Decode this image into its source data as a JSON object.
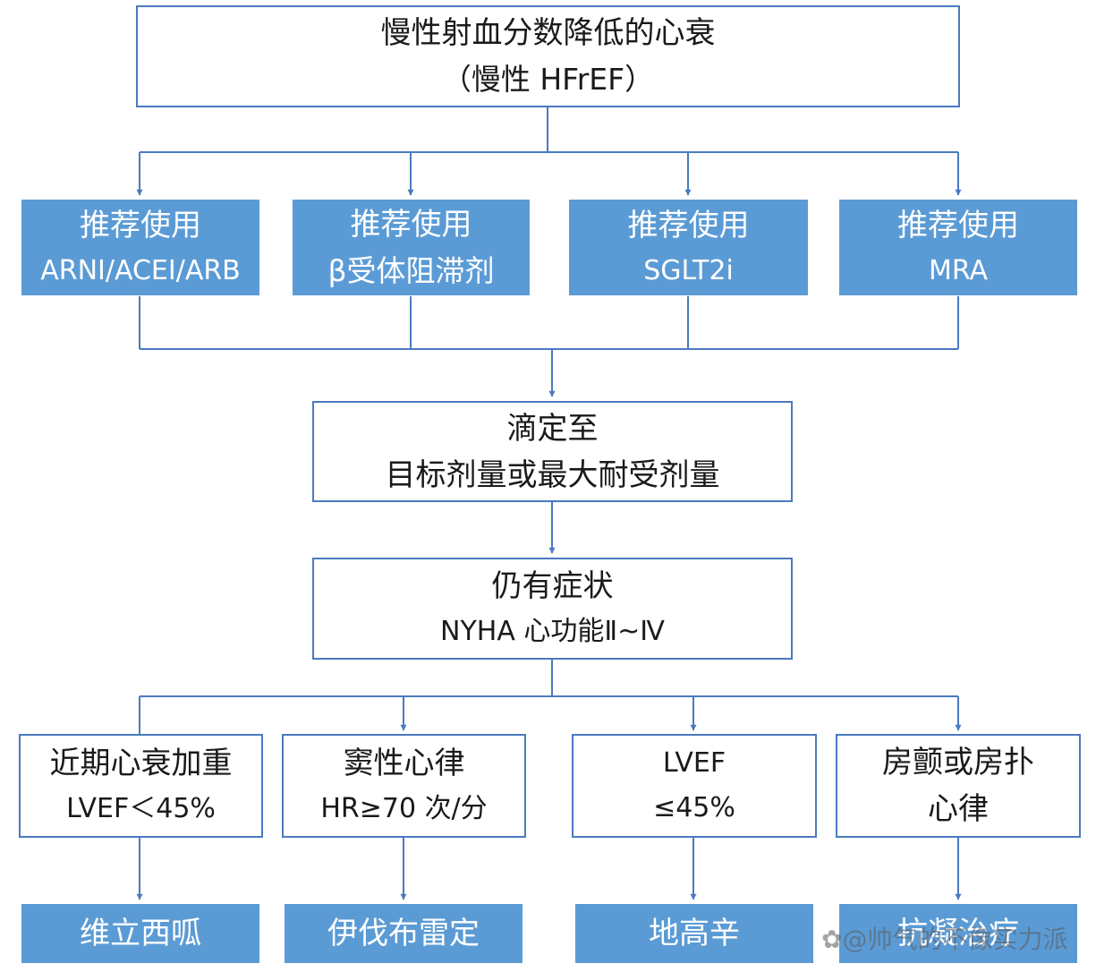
{
  "top": {
    "title": "慢性射血分数降低的心衰",
    "subtitle": "（慢性 HFrEF）"
  },
  "recommendations": [
    {
      "line1": "推荐使用",
      "line2": "ARNI/ACEI/ARB"
    },
    {
      "line1": "推荐使用",
      "line2": "β受体阻滞剂"
    },
    {
      "line1": "推荐使用",
      "line2": "SGLT2i"
    },
    {
      "line1": "推荐使用",
      "line2": "MRA"
    }
  ],
  "titrate": {
    "line1": "滴定至",
    "line2": "目标剂量或最大耐受剂量"
  },
  "symptoms": {
    "line1": "仍有症状",
    "line2": "NYHA 心功能Ⅱ~Ⅳ"
  },
  "conditions": [
    {
      "line1": "近期心衰加重",
      "line2": "LVEF＜45%"
    },
    {
      "line1": "窦性心律",
      "line2": "HR≥70 次/分"
    },
    {
      "line1": "LVEF",
      "line2": "≤45%"
    },
    {
      "line1": "房颤或房扑",
      "line2": "心律"
    }
  ],
  "treatments": [
    {
      "label": "维立西呱"
    },
    {
      "label": "伊伐布雷定"
    },
    {
      "label": "地高辛"
    },
    {
      "label": "抗凝治疗"
    }
  ],
  "watermark": "@帅气的不像实力派",
  "colors": {
    "line": "#4a7ac0",
    "fill": "#5b9bd5",
    "text": "#1a1a1a"
  }
}
